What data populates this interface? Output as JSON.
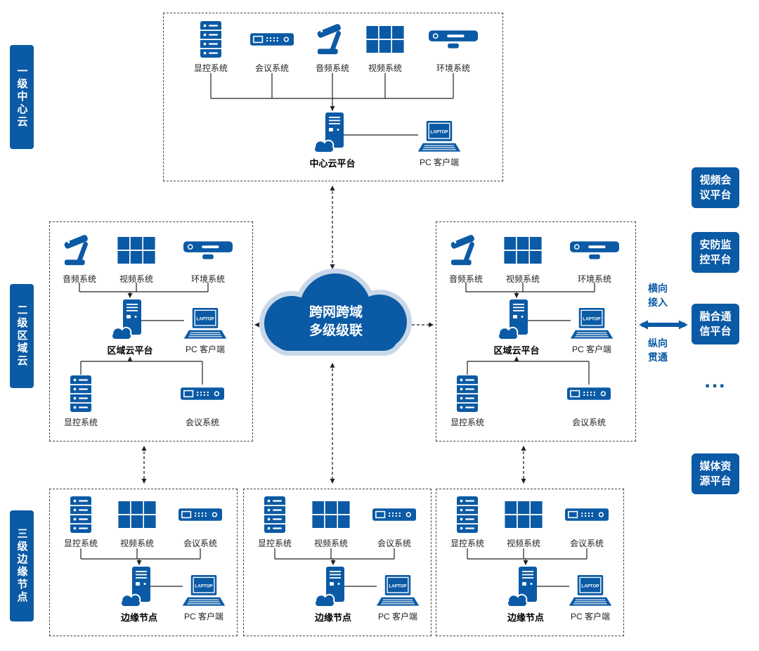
{
  "colors": {
    "primary": "#0b5aa5",
    "cloud_halo": "#c9d8e8"
  },
  "laptop_screen_text": "LAPTOP",
  "left_rails": [
    {
      "label": "一级中心云"
    },
    {
      "label": "二级区域云"
    },
    {
      "label": "三级边缘节点"
    }
  ],
  "center_cloud": {
    "line1": "跨网跨域",
    "line2": "多级级联"
  },
  "link_labels": {
    "horizontal": "横向接入",
    "vertical": "纵向贯通"
  },
  "right_rail": [
    {
      "label": "视频会议平台"
    },
    {
      "label": "安防监控平台"
    },
    {
      "label": "融合通信平台"
    },
    {
      "label": "..."
    },
    {
      "label": "媒体资源平台"
    }
  ],
  "center_box": {
    "systems": [
      {
        "label": "显控系统",
        "icon": "server-stack"
      },
      {
        "label": "会议系统",
        "icon": "rack-unit"
      },
      {
        "label": "音频系统",
        "icon": "doc-camera"
      },
      {
        "label": "视频系统",
        "icon": "video-wall"
      },
      {
        "label": "环境系统",
        "icon": "bar-display"
      }
    ],
    "platform": "中心云平台",
    "platform_icon": "cloud-server",
    "client": "PC 客户端",
    "client_icon": "laptop"
  },
  "region_left": {
    "systems_top": [
      {
        "label": "音频系统",
        "icon": "doc-camera"
      },
      {
        "label": "视频系统",
        "icon": "video-wall"
      },
      {
        "label": "环境系统",
        "icon": "bar-display"
      }
    ],
    "systems_bottom": [
      {
        "label": "显控系统",
        "icon": "server-stack"
      },
      {
        "label": "会议系统",
        "icon": "rack-unit"
      }
    ],
    "platform": "区域云平台",
    "client": "PC 客户端"
  },
  "region_right": {
    "systems_top": [
      {
        "label": "音频系统",
        "icon": "doc-camera"
      },
      {
        "label": "视频系统",
        "icon": "video-wall"
      },
      {
        "label": "环境系统",
        "icon": "bar-display"
      }
    ],
    "systems_bottom": [
      {
        "label": "显控系统",
        "icon": "server-stack"
      },
      {
        "label": "会议系统",
        "icon": "rack-unit"
      }
    ],
    "platform": "区域云平台",
    "client": "PC 客户端"
  },
  "edge_boxes": [
    {
      "systems": [
        {
          "label": "显控系统",
          "icon": "server-stack"
        },
        {
          "label": "视频系统",
          "icon": "video-wall"
        },
        {
          "label": "会议系统",
          "icon": "rack-unit"
        }
      ],
      "platform": "边缘节点",
      "client": "PC 客户端"
    },
    {
      "systems": [
        {
          "label": "显控系统",
          "icon": "server-stack"
        },
        {
          "label": "视频系统",
          "icon": "video-wall"
        },
        {
          "label": "会议系统",
          "icon": "rack-unit"
        }
      ],
      "platform": "边缘节点",
      "client": "PC 客户端"
    },
    {
      "systems": [
        {
          "label": "显控系统",
          "icon": "server-stack"
        },
        {
          "label": "视频系统",
          "icon": "video-wall"
        },
        {
          "label": "会议系统",
          "icon": "rack-unit"
        }
      ],
      "platform": "边缘节点",
      "client": "PC 客户端"
    }
  ]
}
